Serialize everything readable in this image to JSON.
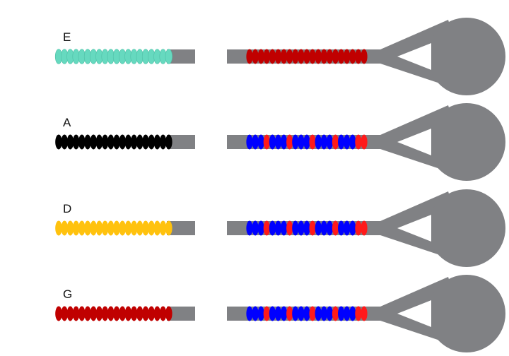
{
  "colors": {
    "steel": "#808184",
    "teal": "#66D9BF",
    "black": "#000000",
    "yellow": "#FFC20E",
    "red": "#C00000",
    "blue": "#0000FF",
    "bright_red": "#FF1A1A"
  },
  "strands": [
    {
      "label": "E",
      "left_color": "teal",
      "right_pattern": "all-red"
    },
    {
      "label": "A",
      "left_color": "black",
      "right_pattern": "blue-red-alternating"
    },
    {
      "label": "D",
      "left_color": "yellow",
      "right_pattern": "blue-red-alternating"
    },
    {
      "label": "G",
      "left_color": "red",
      "right_pattern": "blue-red-alternating"
    }
  ]
}
